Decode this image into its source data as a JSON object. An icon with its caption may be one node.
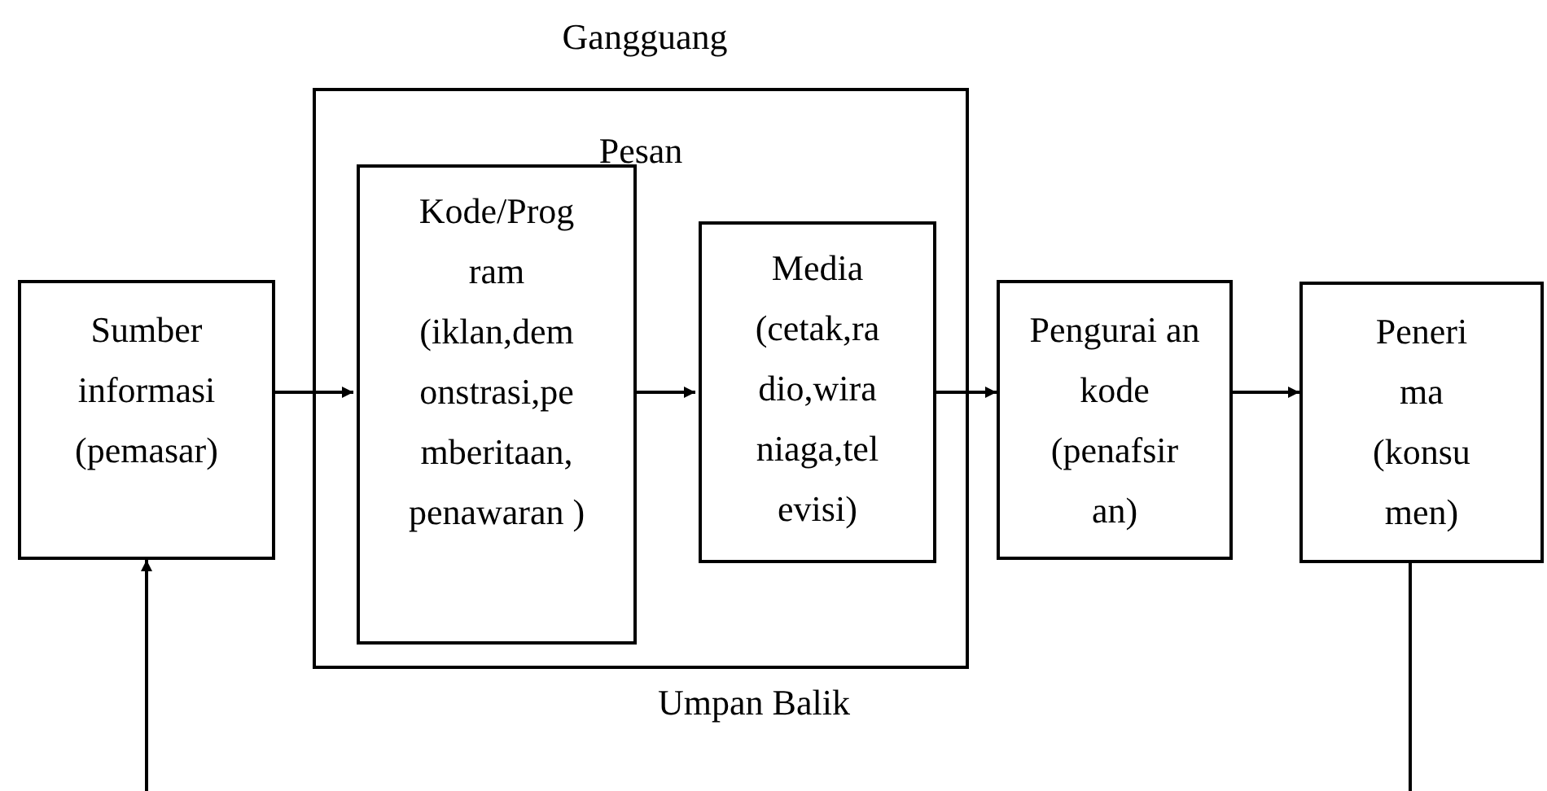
{
  "diagram": {
    "nodes": [
      {
        "text": [
          "Sumber informasi (pemasar)"
        ]
      },
      {
        "text": [
          "Pesan"
        ]
      },
      {
        "text": [
          "Kode/Prog ram (iklan,dem onstrasi,pe mberitaan, penawaran )"
        ],
        "in": 1
      },
      {
        "text": [
          "Media (cetak,ra dio,wira niaga,tel evisi)"
        ],
        "in": 1
      },
      {
        "text": [
          "Pengurai an kode (penafsir an)"
        ]
      },
      {
        "text": [
          "Peneri ma (konsu men)"
        ]
      }
    ],
    "edges": [
      {
        "from": 0,
        "to": 2,
        "arrow": "to"
      },
      {
        "from": 2,
        "to": 3,
        "arrow": "to"
      },
      {
        "from": 3,
        "to": 4,
        "arrow": "to"
      },
      {
        "from": 4,
        "to": 5,
        "arrow": "to"
      },
      {
        "from": 5,
        "to": null,
        "arrow": "none"
      },
      {
        "from": null,
        "to": 0,
        "arrow": "to"
      }
    ],
    "labels": [
      "Gangguang",
      "Umpan Balik"
    ]
  }
}
